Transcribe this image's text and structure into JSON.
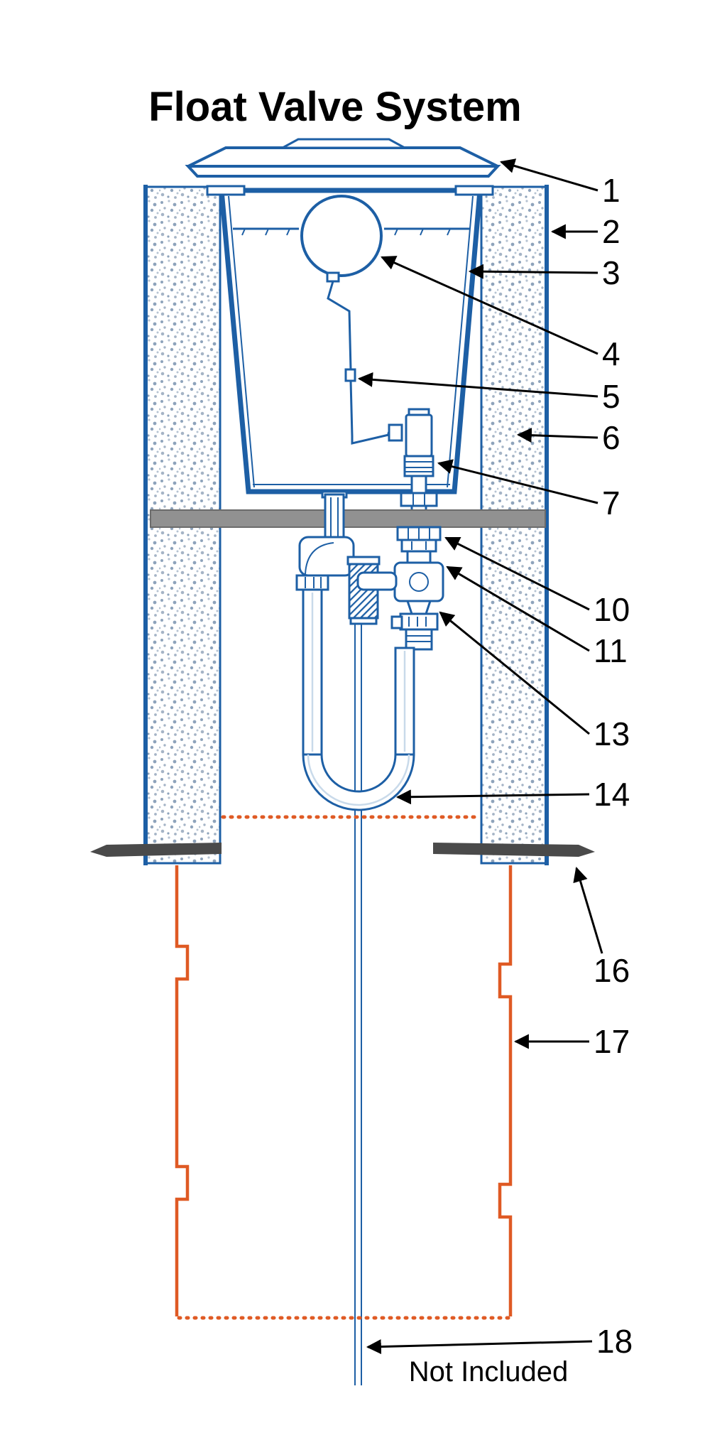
{
  "title": "Float Valve System",
  "footnote": "Not Included",
  "colors": {
    "blue": "#1d5fa5",
    "orange": "#df5a24",
    "plate": "#919191",
    "flange": "#4a4a4a"
  },
  "callouts": [
    "1",
    "2",
    "3",
    "4",
    "5",
    "6",
    "7",
    "10",
    "11",
    "13",
    "14",
    "16",
    "17",
    "18"
  ]
}
